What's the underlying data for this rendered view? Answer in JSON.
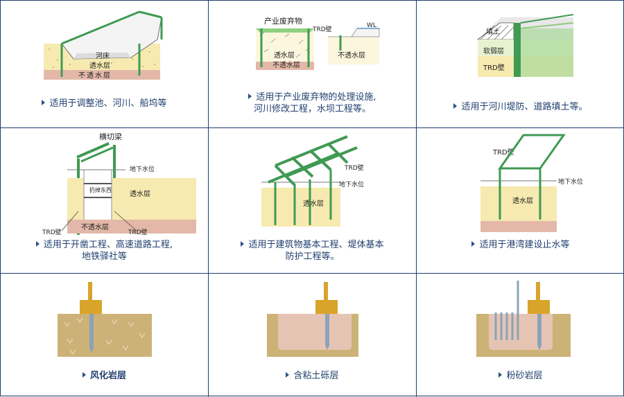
{
  "cells": [
    {
      "caption": "适用于调整池、河川、船坞等",
      "labels": {
        "riverbed": "河床",
        "permeable": "透水层",
        "impermeable": "不透水层"
      }
    },
    {
      "caption_line1": "适用于产业废弃物的处理设施,",
      "caption_line2": "河川修改工程，水坝工程等。",
      "labels": {
        "waste": "产业废弃物",
        "trd": "TRD壁",
        "wl": "WL",
        "permeable": "透水层",
        "impermeable": "不透水层",
        "impermeable_right": "不透水层"
      }
    },
    {
      "caption": "适用于河川堤防、道路填土等。",
      "labels": {
        "fill": "填土",
        "soft": "软弱层",
        "trd": "TRD壁"
      }
    },
    {
      "caption_line1": "适用于开凿工程、高速道路工程,",
      "caption_line2": "地铁驿社等",
      "labels": {
        "beam": "横切梁",
        "groundwater": "地下水位",
        "brace": "扔掉东西",
        "permeable": "透水层",
        "impermeable": "不透水层",
        "trd_left": "TRD壁",
        "trd_right": "TRD壁"
      }
    },
    {
      "caption_line1": "适用于建筑物基本工程、堤体基本",
      "caption_line2": "防护工程等。",
      "labels": {
        "trd": "TRD壁",
        "groundwater": "地下水位",
        "permeable": "透水层"
      }
    },
    {
      "caption": "适用于港湾建设止水等",
      "labels": {
        "trd": "TRD壁",
        "groundwater": "地下水位",
        "permeable": "透水层"
      }
    },
    {
      "caption": "风化岩层"
    },
    {
      "caption": "含粘土砾层"
    },
    {
      "caption": "粉砂岩层"
    }
  ],
  "colors": {
    "border": "#1e3e6c",
    "caption_text": "#1f3f6e",
    "wall_green": "#3f9a52",
    "sand": "#f6eab0",
    "clay": "#e3b8a8",
    "soil": "#cdb277",
    "machine_yellow": "#d9a42a"
  },
  "icons": [
    "caption-bullet-icon"
  ]
}
